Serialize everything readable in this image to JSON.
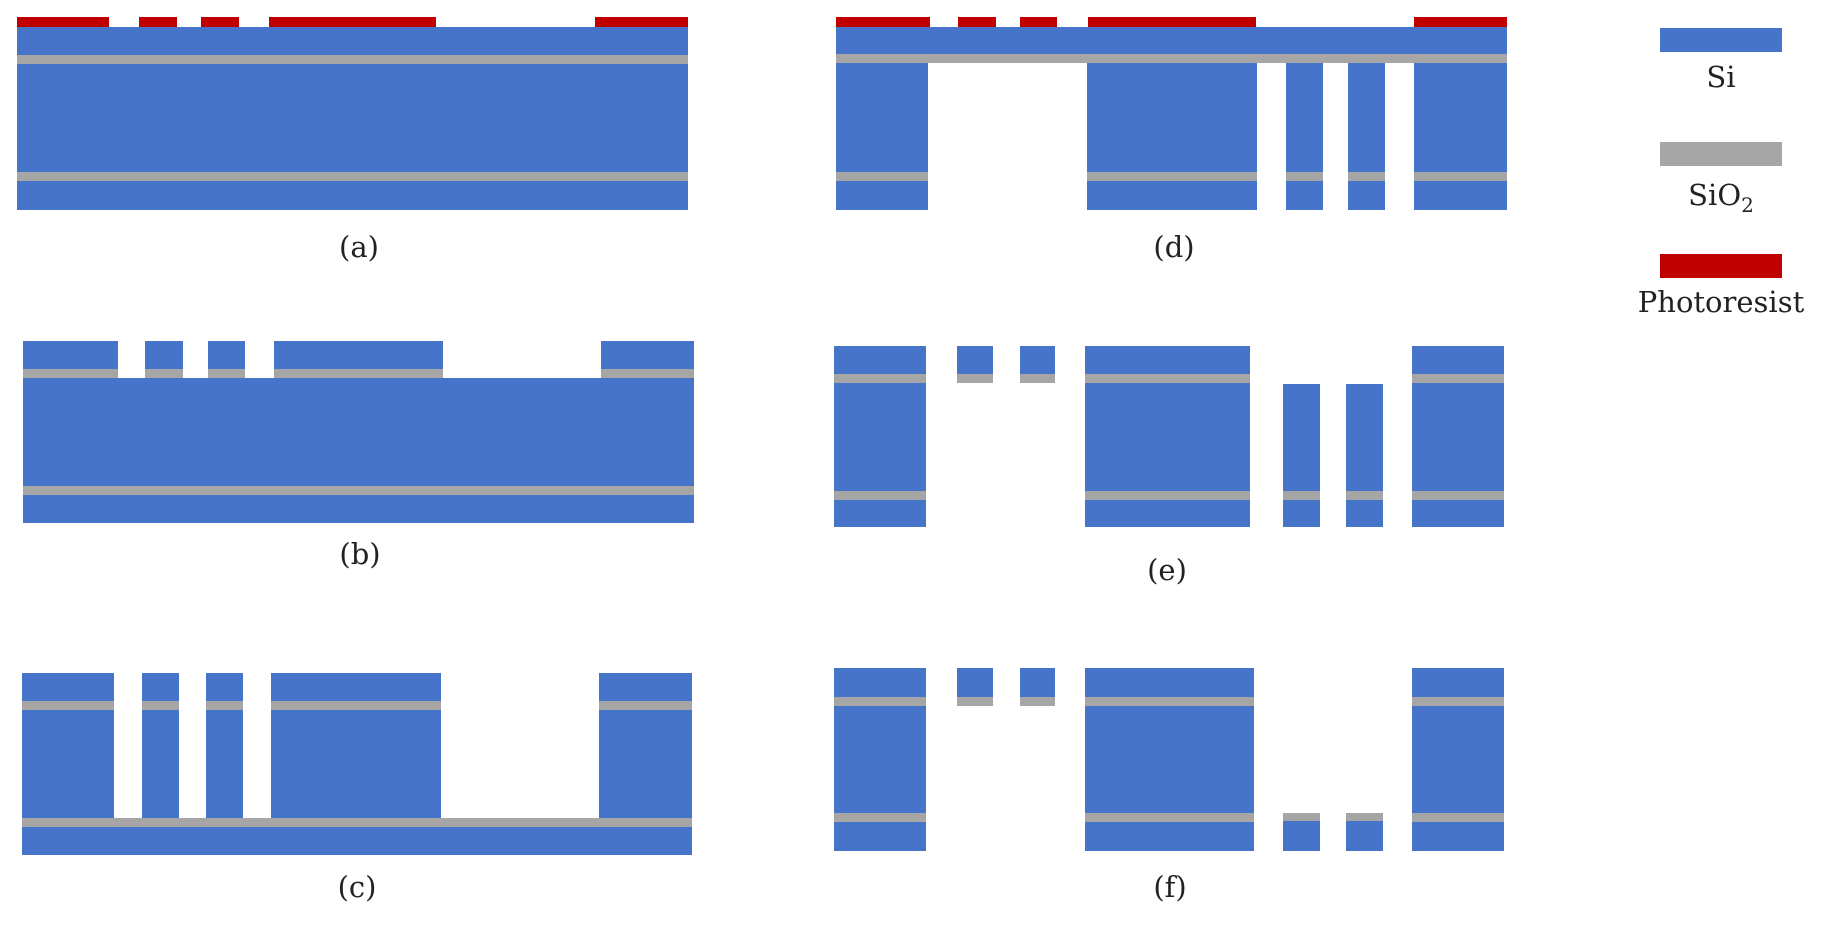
{
  "colors": {
    "si": "#4674c8",
    "sio2": "#a6a6a6",
    "photoresist": "#c00000",
    "background": "#ffffff",
    "text": "#222222"
  },
  "legend": {
    "si_label": "Si",
    "sio2_label_main": "SiO",
    "sio2_label_sub": "2",
    "photoresist_label": "Photoresist"
  },
  "steps": [
    {
      "id": "a",
      "caption": "(a)"
    },
    {
      "id": "b",
      "caption": "(b)"
    },
    {
      "id": "c",
      "caption": "(c)"
    },
    {
      "id": "d",
      "caption": "(d)"
    },
    {
      "id": "e",
      "caption": "(e)"
    },
    {
      "id": "f",
      "caption": "(f)"
    }
  ]
}
